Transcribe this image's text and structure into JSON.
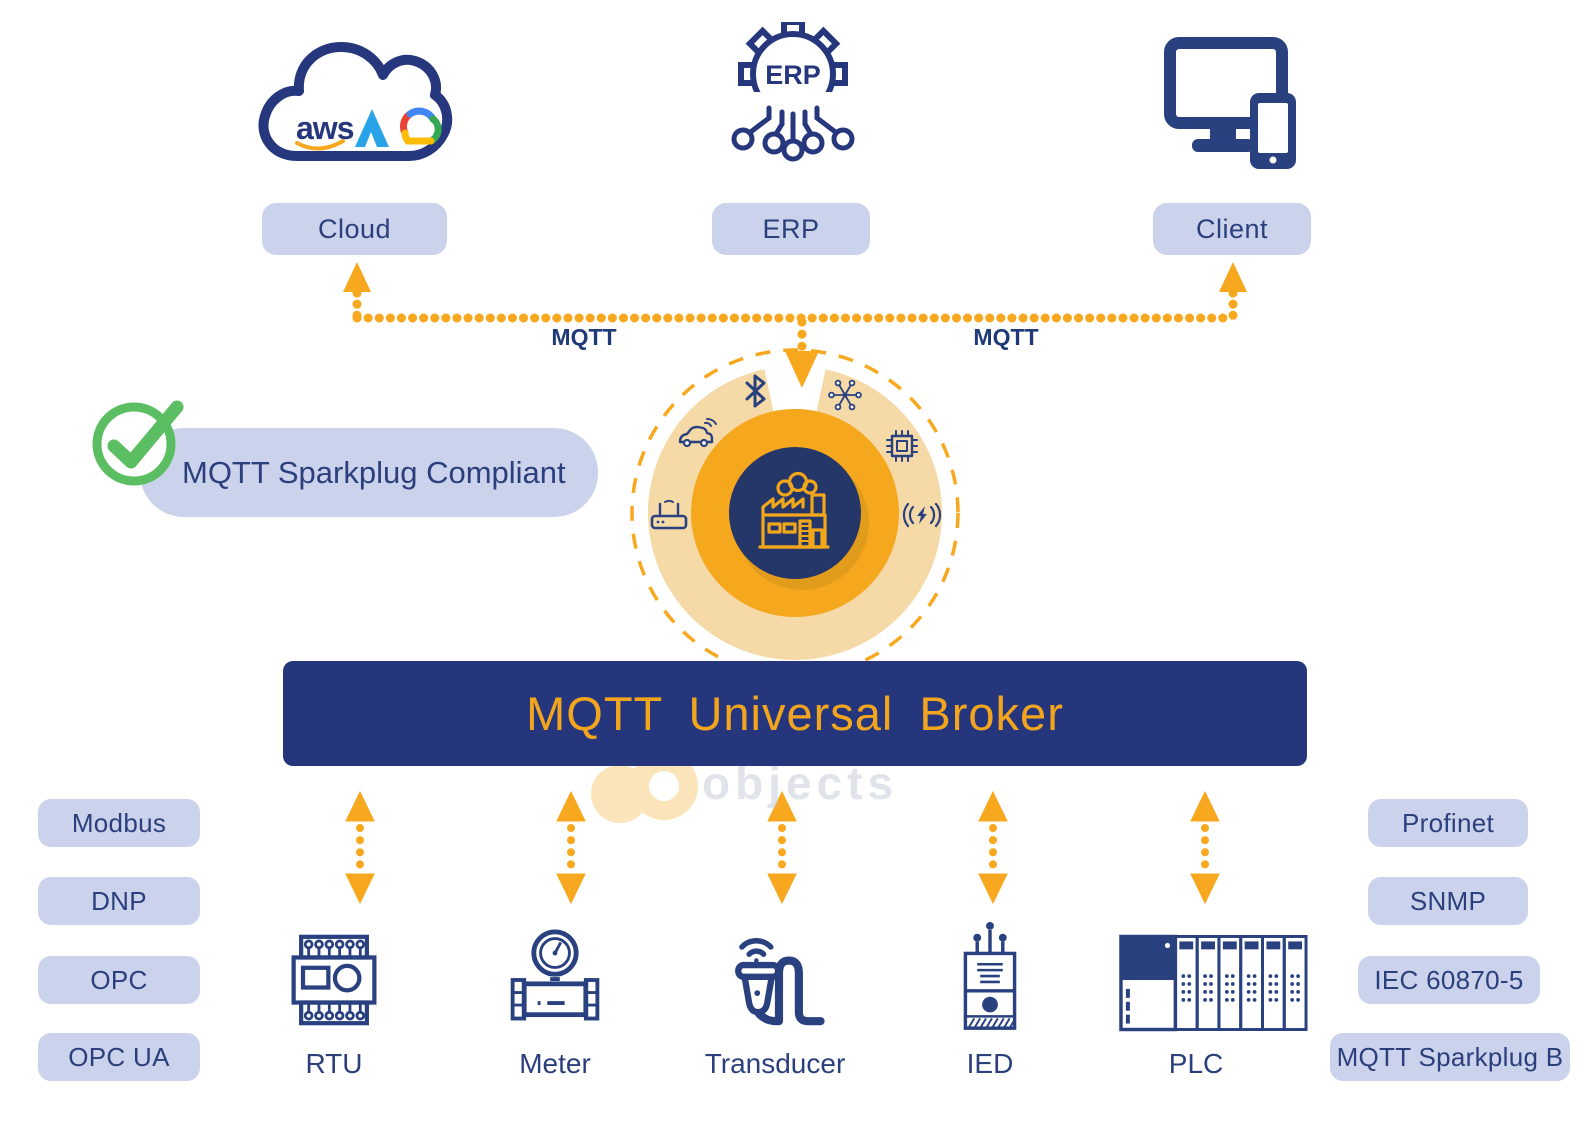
{
  "top_nodes": {
    "cloud": {
      "label": "Cloud",
      "aws_text": "aws"
    },
    "erp": {
      "label": "ERP",
      "icon_text": "ERP"
    },
    "client": {
      "label": "Client"
    }
  },
  "connector_labels": {
    "left": "MQTT",
    "right": "MQTT"
  },
  "compliance_label": "MQTT Sparkplug Compliant",
  "broker_title": "MQTT Universal Broker",
  "watermark_text": "objects",
  "protocols_left": [
    "Modbus",
    "DNP",
    "OPC",
    "OPC UA"
  ],
  "protocols_right": [
    "Profinet",
    "SNMP",
    "IEC 60870-5",
    "MQTT Sparkplug B"
  ],
  "devices": [
    {
      "label": "RTU"
    },
    {
      "label": "Meter"
    },
    {
      "label": "Transducer"
    },
    {
      "label": "IED"
    },
    {
      "label": "PLC"
    }
  ],
  "hub_icons": [
    "router-icon",
    "connected-car-icon",
    "bluetooth-icon",
    "mesh-network-icon",
    "chip-icon",
    "wireless-power-icon",
    "factory-icon"
  ],
  "colors": {
    "navy_banner": "#26367D",
    "navy_circle": "#253668",
    "icon_navy": "#2A4180",
    "pill_bg": "#CBD2EB",
    "pill_text": "#2B3F7D",
    "orange": "#F7A81E",
    "gold_ring": "#F5A81E",
    "tan_ring": "#F5D9A7",
    "green_check": "#5CBE63",
    "title_gold": "#F3A51D"
  }
}
